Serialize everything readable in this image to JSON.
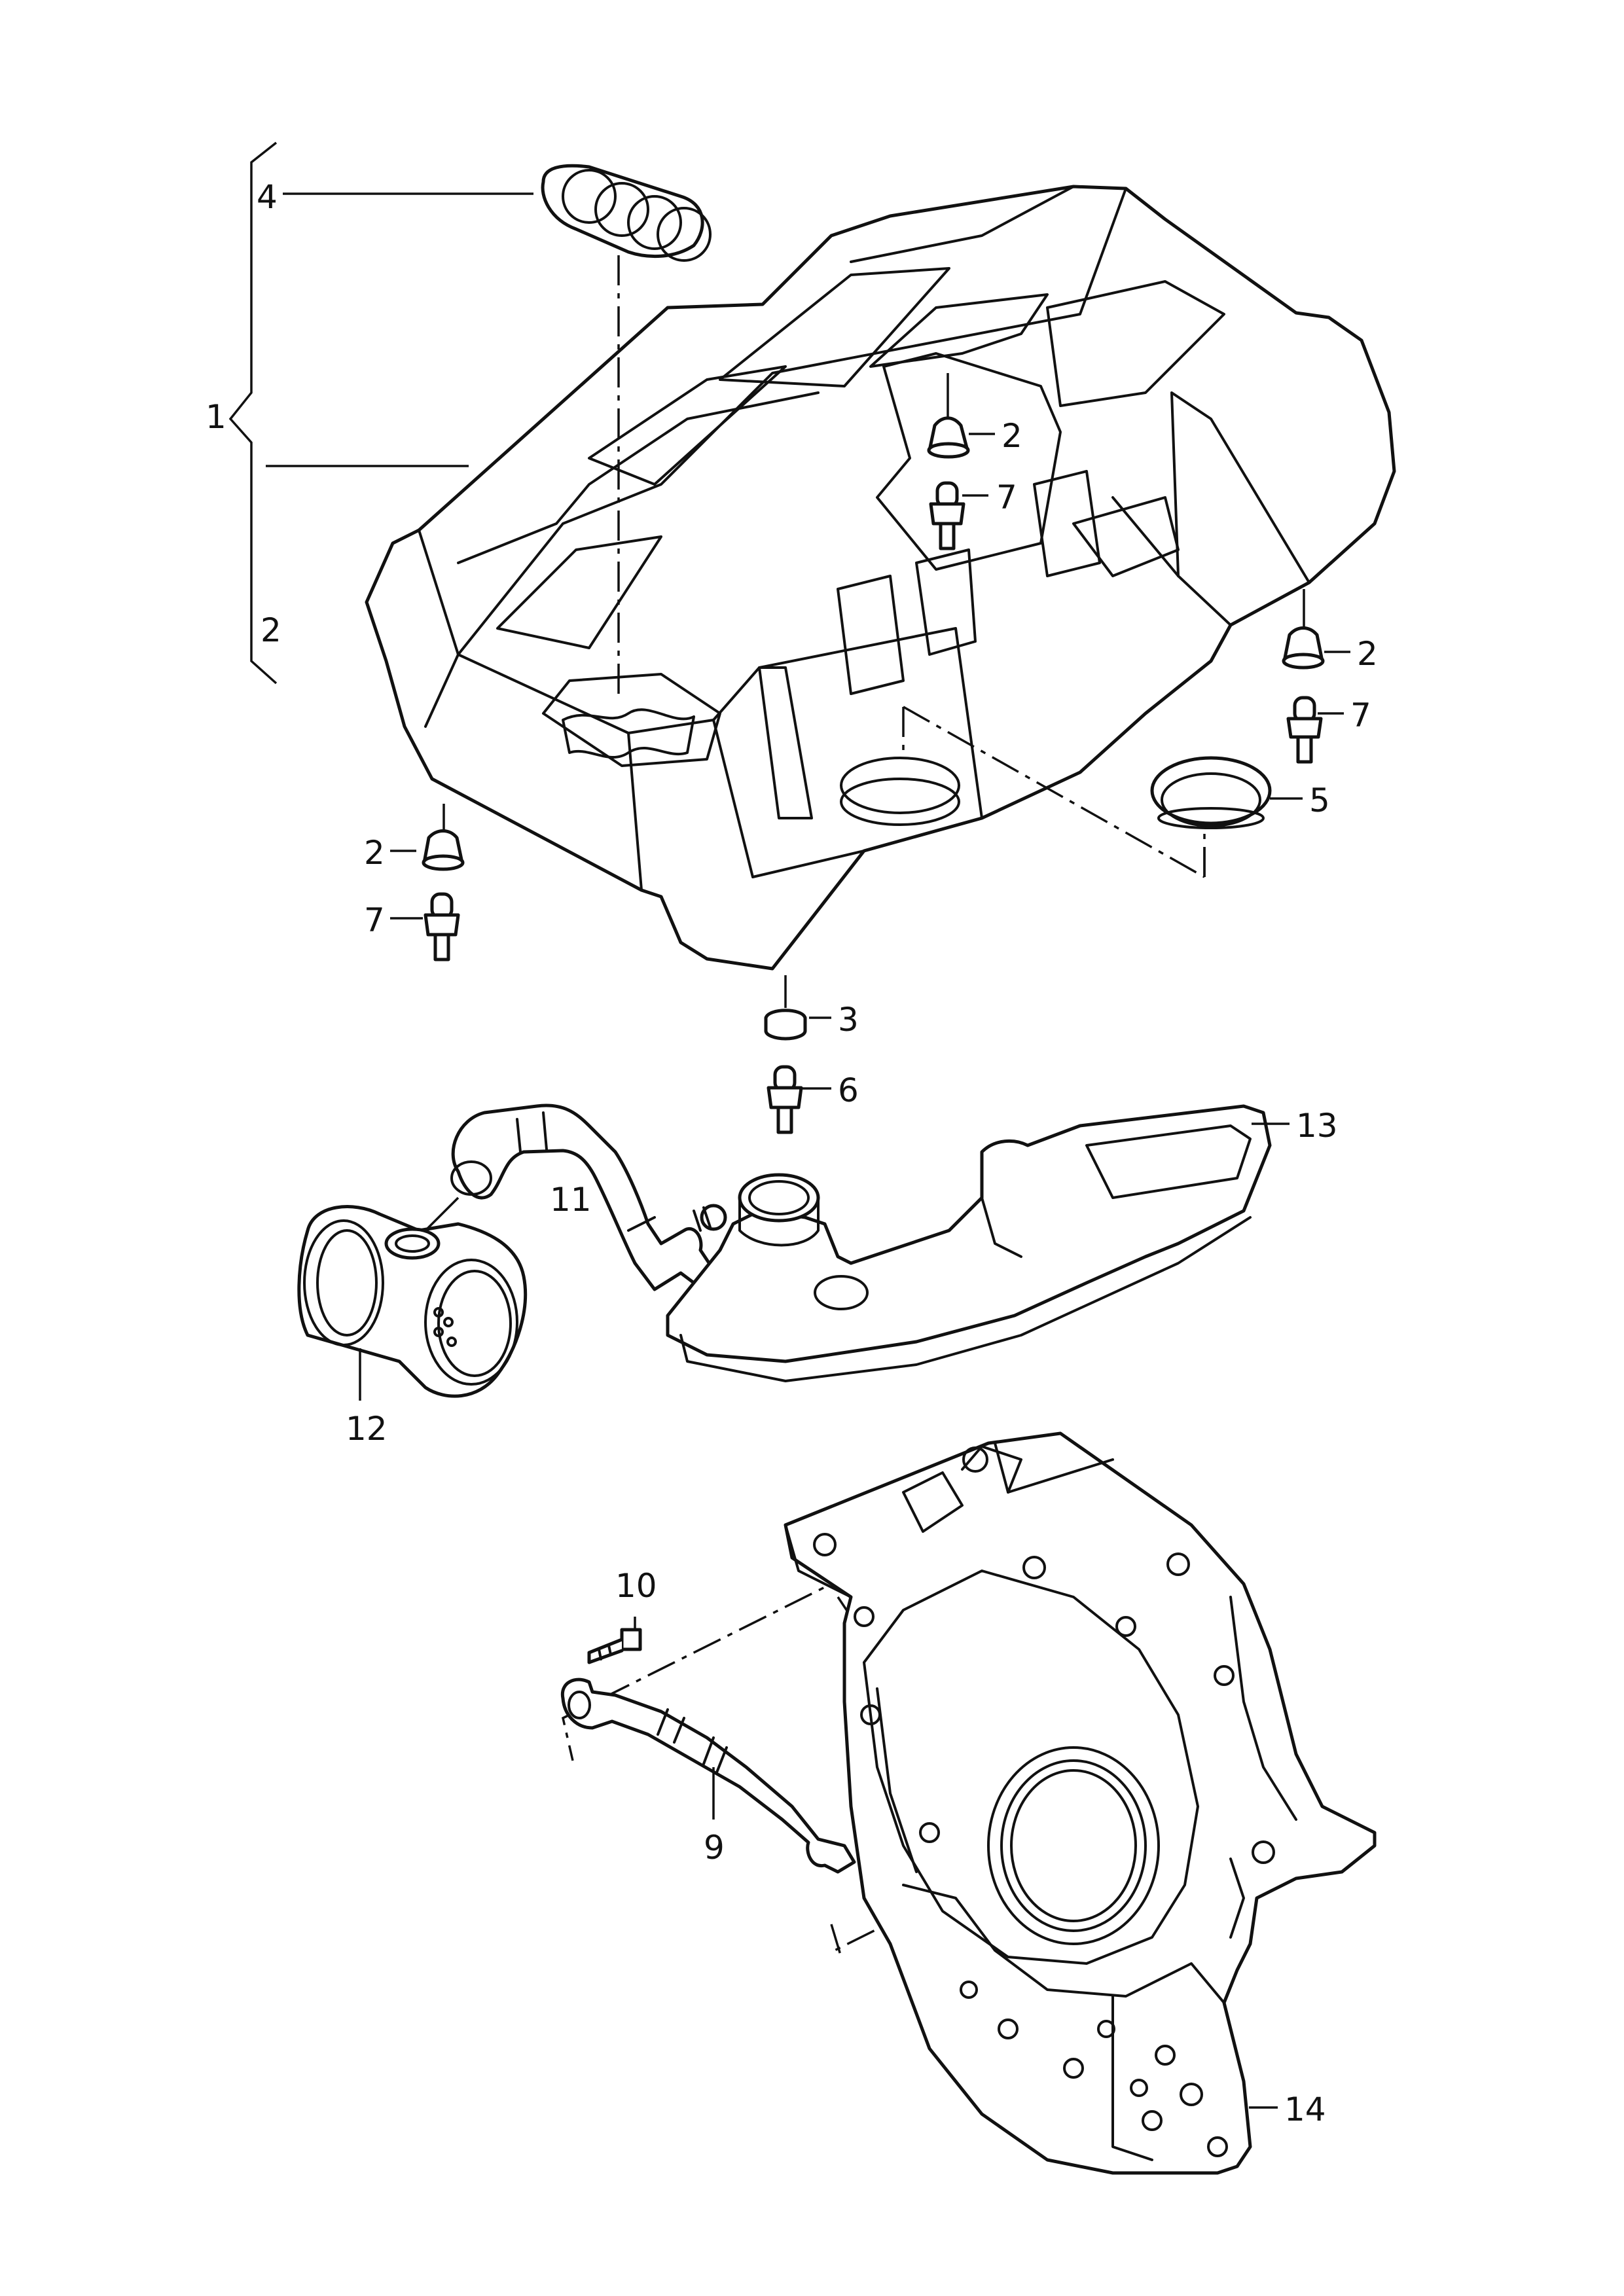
{
  "callouts": {
    "c1": "1",
    "c2_bracket": "2",
    "c2_top": "2",
    "c2_right": "2",
    "c2_left": "2",
    "c3": "3",
    "c4": "4",
    "c5": "5",
    "c6": "6",
    "c7_top": "7",
    "c7_right": "7",
    "c7_left": "7",
    "c9": "9",
    "c10": "10",
    "c11": "11",
    "c12": "12",
    "c13": "13",
    "c14": "14"
  },
  "colors": {
    "line": "#111111",
    "background": "#ffffff"
  }
}
